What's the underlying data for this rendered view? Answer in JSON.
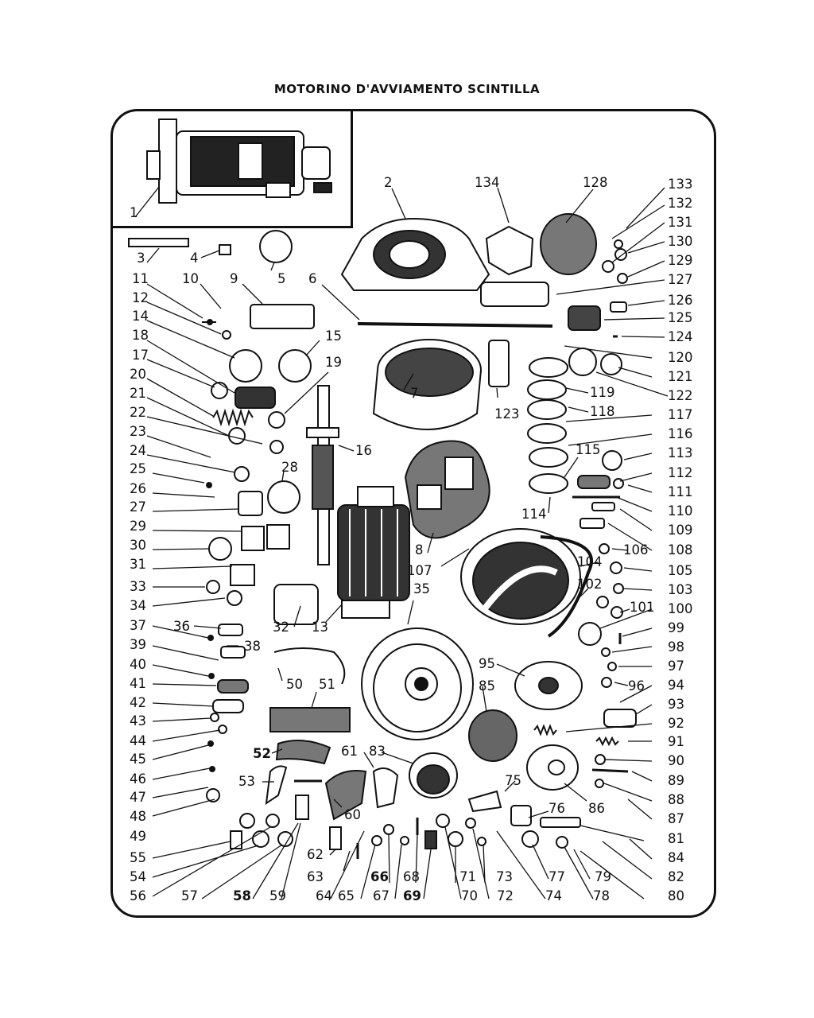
{
  "page": {
    "title": "MOTORINO D'AVVIAMENTO SCINTILLA"
  },
  "labels": [
    "1",
    "2",
    "3",
    "4",
    "5",
    "6",
    "7",
    "8",
    "9",
    "10",
    "11",
    "12",
    "13",
    "14",
    "15",
    "16",
    "17",
    "18",
    "19",
    "20",
    "21",
    "22",
    "23",
    "24",
    "25",
    "26",
    "27",
    "28",
    "29",
    "30",
    "31",
    "32",
    "33",
    "34",
    "35",
    "36",
    "37",
    "38",
    "39",
    "40",
    "41",
    "42",
    "43",
    "44",
    "45",
    "46",
    "47",
    "48",
    "49",
    "50",
    "51",
    "52",
    "53",
    "54",
    "55",
    "56",
    "57",
    "58",
    "59",
    "60",
    "61",
    "62",
    "63",
    "64",
    "65",
    "66",
    "67",
    "68",
    "69",
    "70",
    "71",
    "72",
    "73",
    "74",
    "75",
    "76",
    "77",
    "78",
    "79",
    "80",
    "81",
    "82",
    "83",
    "84",
    "85",
    "86",
    "87",
    "88",
    "89",
    "90",
    "91",
    "92",
    "93",
    "94",
    "95",
    "96",
    "97",
    "98",
    "99",
    "100",
    "101",
    "102",
    "103",
    "104",
    "105",
    "106",
    "107",
    "108",
    "109",
    "110",
    "111",
    "112",
    "113",
    "114",
    "115",
    "116",
    "117",
    "118",
    "119",
    "120",
    "121",
    "122",
    "123",
    "124",
    "125",
    "126",
    "127",
    "128",
    "129",
    "130",
    "131",
    "132",
    "133",
    "134"
  ]
}
